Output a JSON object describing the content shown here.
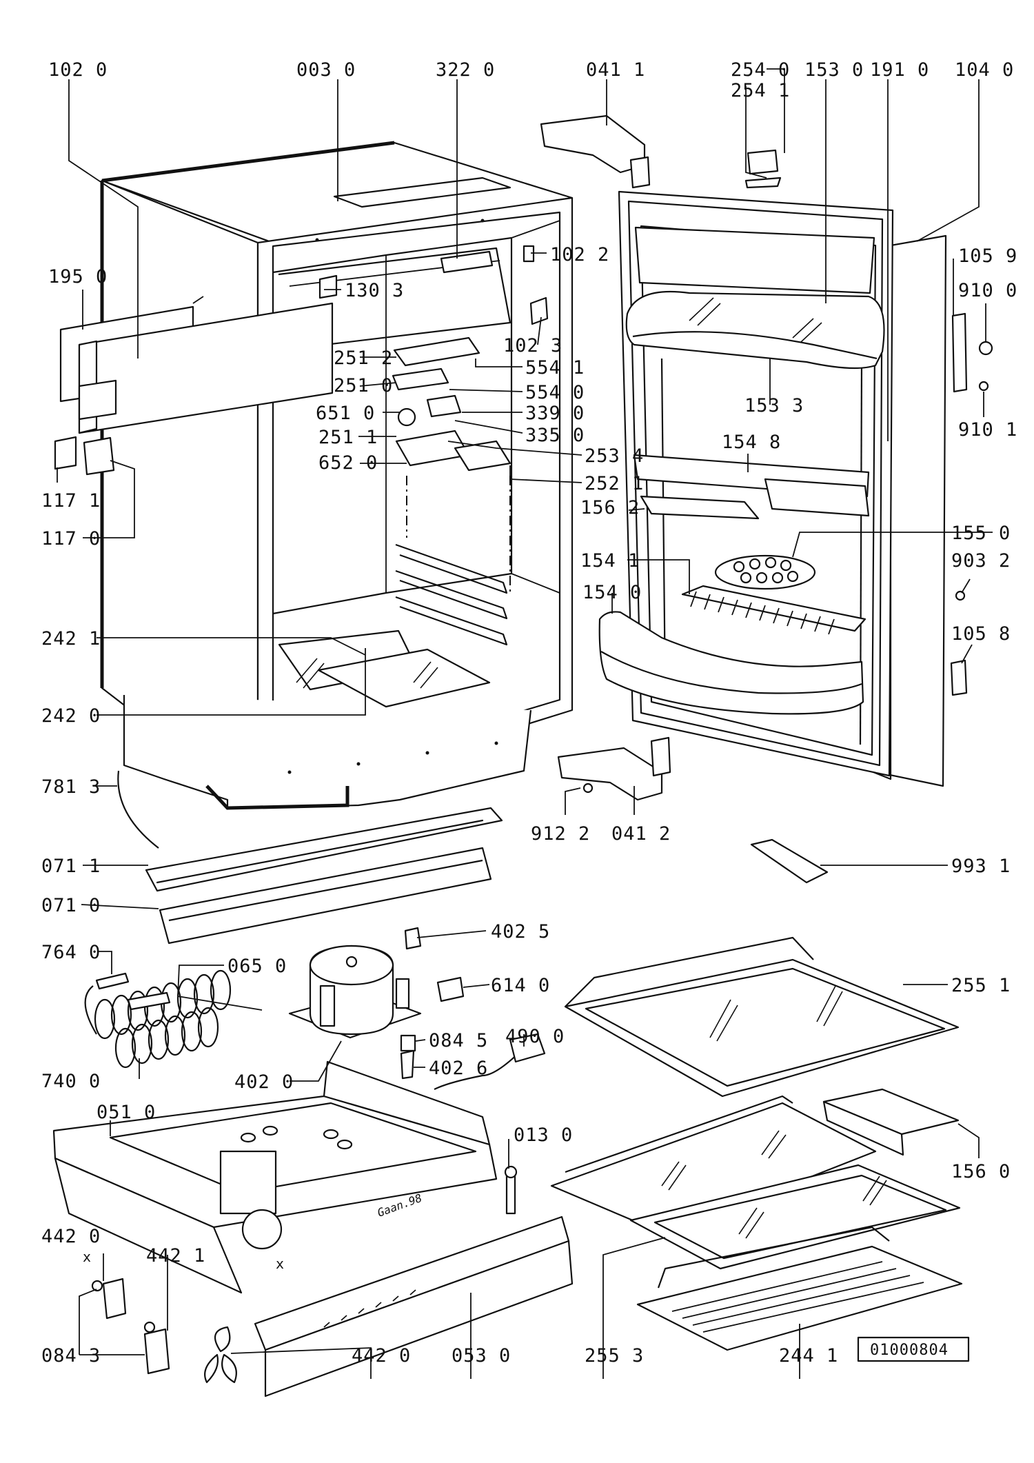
{
  "drawing_id": "01000804",
  "marks": {
    "x_left": "x",
    "x_right": "x",
    "signature": "Gaan.98"
  },
  "labels": [
    {
      "id": "l-102-0-a",
      "text": "102 0"
    },
    {
      "id": "l-003-0",
      "text": "003 0"
    },
    {
      "id": "l-322-0",
      "text": "322 0"
    },
    {
      "id": "l-041-1",
      "text": "041 1"
    },
    {
      "id": "l-254-0",
      "text": "254 0"
    },
    {
      "id": "l-254-1",
      "text": "254 1"
    },
    {
      "id": "l-153-0",
      "text": "153 0"
    },
    {
      "id": "l-191-0",
      "text": "191 0"
    },
    {
      "id": "l-104-0",
      "text": "104 0"
    },
    {
      "id": "l-195-0",
      "text": "195 0"
    },
    {
      "id": "l-130-3",
      "text": "130 3"
    },
    {
      "id": "l-102-2",
      "text": "102 2"
    },
    {
      "id": "l-105-9",
      "text": "105 9"
    },
    {
      "id": "l-910-0",
      "text": "910 0"
    },
    {
      "id": "l-102-3",
      "text": "102 3"
    },
    {
      "id": "l-251-2",
      "text": "251 2"
    },
    {
      "id": "l-554-1",
      "text": "554 1"
    },
    {
      "id": "l-251-0",
      "text": "251 0"
    },
    {
      "id": "l-554-0",
      "text": "554 0"
    },
    {
      "id": "l-153-3",
      "text": "153 3"
    },
    {
      "id": "l-651-0",
      "text": "651 0"
    },
    {
      "id": "l-339-0",
      "text": "339 0"
    },
    {
      "id": "l-910-1",
      "text": "910 1"
    },
    {
      "id": "l-251-1",
      "text": "251 1"
    },
    {
      "id": "l-335-0",
      "text": "335 0"
    },
    {
      "id": "l-253-4",
      "text": "253 4"
    },
    {
      "id": "l-154-8",
      "text": "154 8"
    },
    {
      "id": "l-652-0",
      "text": "652 0"
    },
    {
      "id": "l-252-1",
      "text": "252 1"
    },
    {
      "id": "l-117-1",
      "text": "117 1"
    },
    {
      "id": "l-156-2",
      "text": "156 2"
    },
    {
      "id": "l-117-0",
      "text": "117 0"
    },
    {
      "id": "l-155-0",
      "text": "155 0"
    },
    {
      "id": "l-154-1",
      "text": "154 1"
    },
    {
      "id": "l-903-2",
      "text": "903 2"
    },
    {
      "id": "l-154-0",
      "text": "154 0"
    },
    {
      "id": "l-242-1",
      "text": "242 1"
    },
    {
      "id": "l-105-8",
      "text": "105 8"
    },
    {
      "id": "l-242-0",
      "text": "242 0"
    },
    {
      "id": "l-781-3",
      "text": "781 3"
    },
    {
      "id": "l-912-2",
      "text": "912 2"
    },
    {
      "id": "l-041-2",
      "text": "041 2"
    },
    {
      "id": "l-071-1",
      "text": "071 1"
    },
    {
      "id": "l-993-1",
      "text": "993 1"
    },
    {
      "id": "l-071-0",
      "text": "071 0"
    },
    {
      "id": "l-402-5",
      "text": "402 5"
    },
    {
      "id": "l-764-0",
      "text": "764 0"
    },
    {
      "id": "l-065-0",
      "text": "065 0"
    },
    {
      "id": "l-614-0",
      "text": "614 0"
    },
    {
      "id": "l-255-1",
      "text": "255 1"
    },
    {
      "id": "l-084-5",
      "text": "084 5"
    },
    {
      "id": "l-490-0",
      "text": "490 0"
    },
    {
      "id": "l-402-0",
      "text": "402 0"
    },
    {
      "id": "l-402-6",
      "text": "402 6"
    },
    {
      "id": "l-740-0",
      "text": "740 0"
    },
    {
      "id": "l-051-0",
      "text": "051 0"
    },
    {
      "id": "l-013-0",
      "text": "013 0"
    },
    {
      "id": "l-156-0",
      "text": "156 0"
    },
    {
      "id": "l-442-0-a",
      "text": "442 0"
    },
    {
      "id": "l-442-1",
      "text": "442 1"
    },
    {
      "id": "l-084-3",
      "text": "084 3"
    },
    {
      "id": "l-442-0-b",
      "text": "442 0"
    },
    {
      "id": "l-053-0",
      "text": "053 0"
    },
    {
      "id": "l-255-3",
      "text": "255 3"
    },
    {
      "id": "l-244-1",
      "text": "244 1"
    }
  ]
}
